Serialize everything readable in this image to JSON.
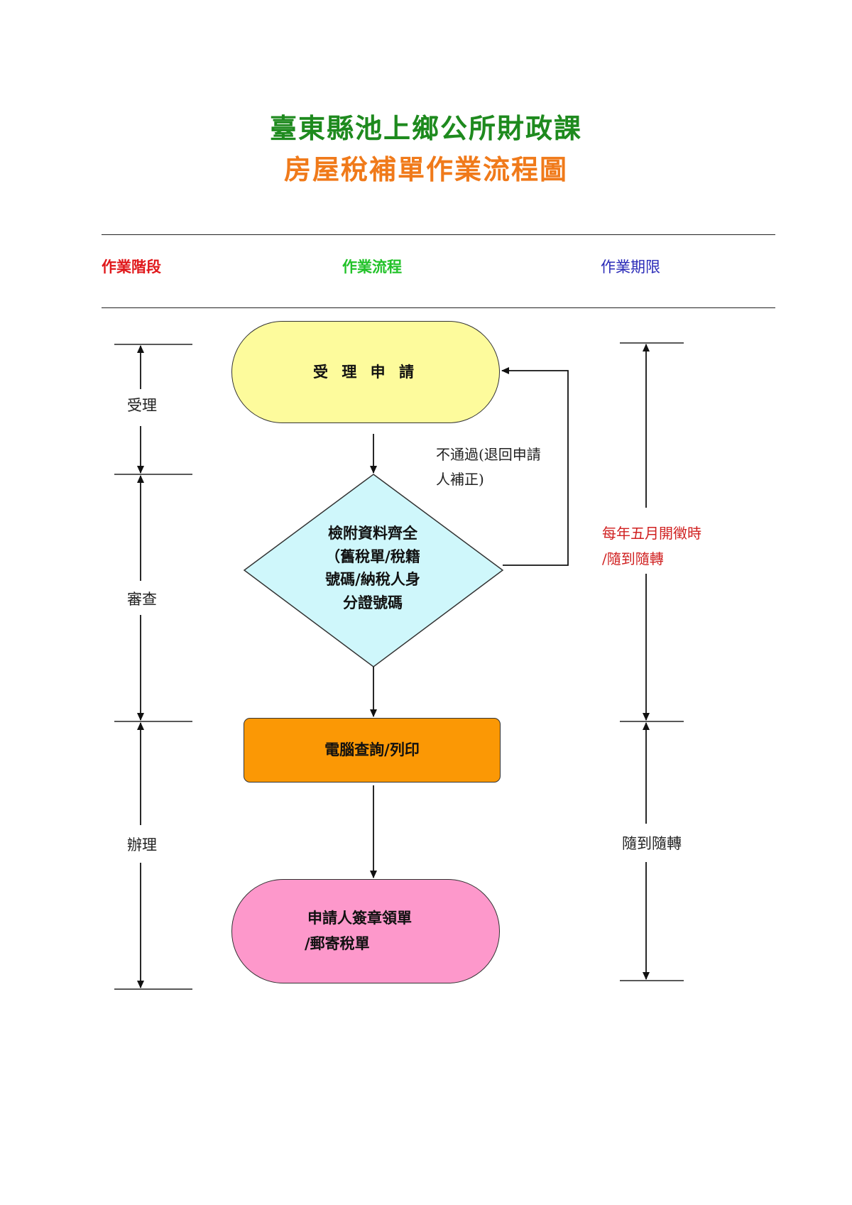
{
  "title": {
    "line1": "臺東縣池上鄉公所財政課",
    "line2": "房屋稅補單作業流程圖"
  },
  "headers": {
    "stage": "作業階段",
    "flow": "作業流程",
    "deadline": "作業期限"
  },
  "stages": {
    "accept": "受理",
    "review": "審查",
    "process": "辦理"
  },
  "flow": {
    "start": "受 理 申 請",
    "decision": {
      "line1": "檢附資料齊全",
      "line2": "（舊稅單/稅籍",
      "line3": "號碼/納稅人身",
      "line4": "分證號碼"
    },
    "reject": {
      "line1": "不通過(退回申請",
      "line2": "人補正)"
    },
    "query": "電腦查詢/列印",
    "end": {
      "line1": "申請人簽章領單",
      "line2": "/郵寄稅單"
    }
  },
  "deadlines": {
    "period": {
      "line1": "每年五月開徵時",
      "line2": "/隨到隨轉"
    },
    "process": "隨到隨轉"
  },
  "colors": {
    "title1": "#1e8a1e",
    "title2": "#f07a1a",
    "start_fill": "#fdfb9c",
    "decision_fill": "#cff7fb",
    "query_fill": "#fb9805",
    "end_fill": "#fd98cb"
  }
}
